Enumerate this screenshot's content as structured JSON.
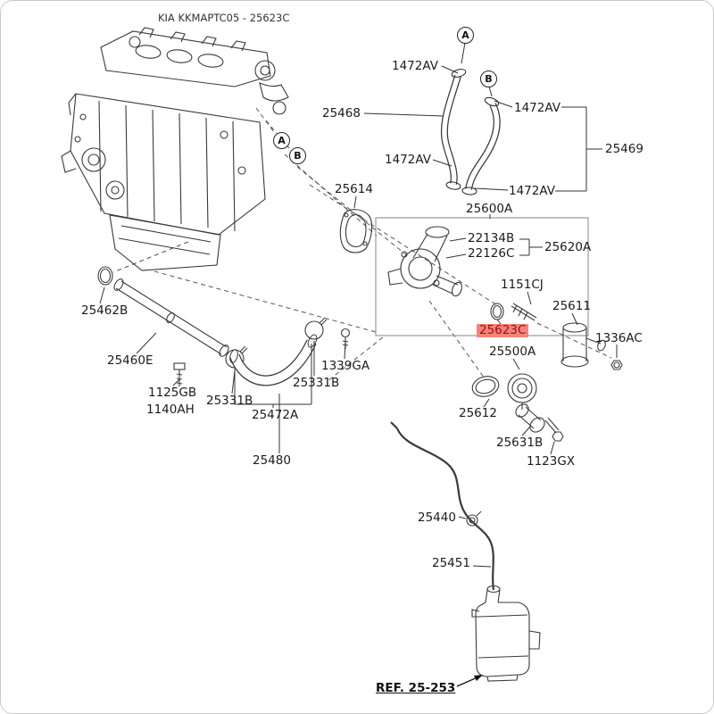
{
  "title": "KIA KKMAPTC05 - 25623C",
  "callouts": {
    "a": "A",
    "b": "B"
  },
  "colors": {
    "highlight_bg": "#f3837b",
    "highlight_text": "#9c1208",
    "line": "#3a3a3a"
  },
  "parts": {
    "p1472av": "1472AV",
    "p25468": "25468",
    "p25469": "25469",
    "p25614": "25614",
    "p25600a": "25600A",
    "p22134b": "22134B",
    "p22126c": "22126C",
    "p25620a": "25620A",
    "p1151cj": "1151CJ",
    "p25611": "25611",
    "p25623c": "25623C",
    "p1336ac": "1336AC",
    "p25500a": "25500A",
    "p25462b": "25462B",
    "p25460e": "25460E",
    "p1125gb": "1125GB",
    "p1140ah": "1140AH",
    "p25331b": "25331B",
    "p1339ga": "1339GA",
    "p25472a": "25472A",
    "p25612": "25612",
    "p25480": "25480",
    "p25631b": "25631B",
    "p1123gx": "1123GX",
    "p25440": "25440",
    "p25451": "25451",
    "ref": "REF. 25-253"
  }
}
